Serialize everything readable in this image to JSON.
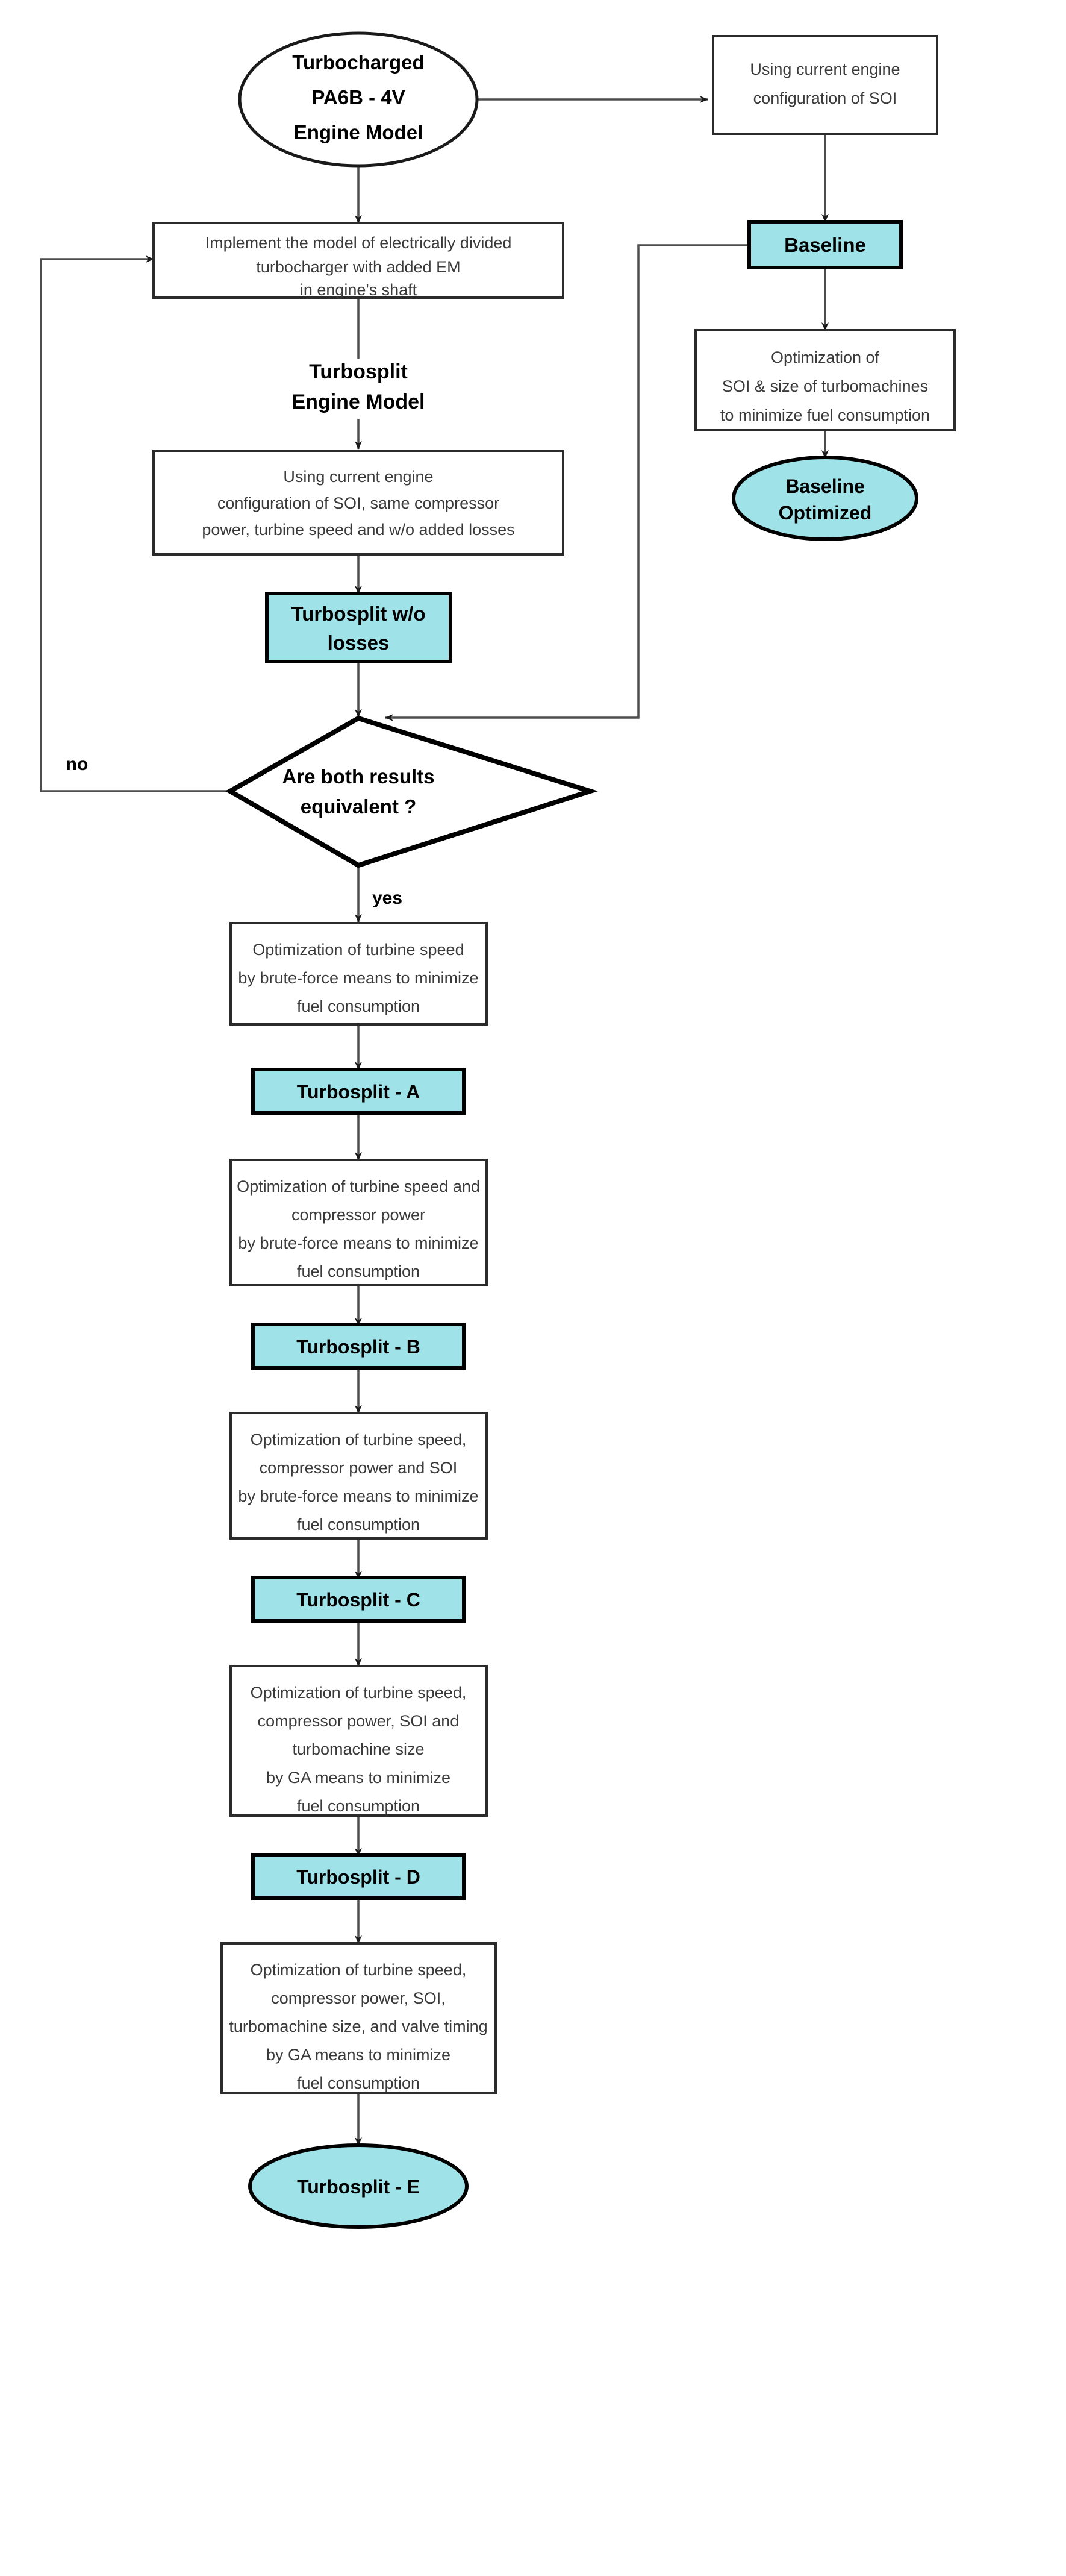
{
  "diagram": {
    "title": "Turbosplit engine optimization methodology flowchart",
    "colors": {
      "accent_fill": "#9FE2E8",
      "node_stroke": "#000000",
      "process_stroke": "#2b2b2b",
      "connector": "#4d4d4d",
      "process_text": "#3a3a3a",
      "background": "#ffffff"
    },
    "nodes": {
      "start": {
        "shape": "ellipse",
        "lines": [
          "Turbocharged",
          "PA6B - 4V",
          "Engine Model"
        ]
      },
      "baseline_config": {
        "shape": "process",
        "lines": [
          "Using current engine",
          "configuration of SOI"
        ]
      },
      "baseline": {
        "shape": "result",
        "lines": [
          "Baseline"
        ]
      },
      "baseline_optimization": {
        "shape": "process",
        "lines": [
          "Optimization of",
          "SOI & size of turbomachines",
          "to minimize fuel consumption"
        ]
      },
      "baseline_optimized": {
        "shape": "ellipse-result",
        "lines": [
          "Baseline",
          "Optimized"
        ]
      },
      "implement_model": {
        "shape": "process",
        "lines": [
          "Implement the model of electrically divided",
          "turbocharger with added EM",
          "in engine's shaft"
        ]
      },
      "turbosplit_model_label": {
        "shape": "label",
        "lines": [
          "Turbosplit",
          "Engine Model"
        ]
      },
      "turbosplit_config": {
        "shape": "process",
        "lines": [
          "Using current engine",
          "configuration of SOI, same compressor",
          "power, turbine speed and w/o added losses"
        ]
      },
      "turbosplit_wo_losses": {
        "shape": "result",
        "lines": [
          "Turbosplit w/o",
          "losses"
        ]
      },
      "decision": {
        "shape": "diamond",
        "lines": [
          "Are both results",
          "equivalent ?"
        ]
      },
      "opt_a": {
        "shape": "process",
        "lines": [
          "Optimization of turbine speed",
          "by brute-force means to minimize",
          "fuel consumption"
        ]
      },
      "result_a": {
        "shape": "result",
        "lines": [
          "Turbosplit - A"
        ]
      },
      "opt_b": {
        "shape": "process",
        "lines": [
          "Optimization of turbine speed and",
          "compressor power",
          "by brute-force means to minimize",
          "fuel consumption"
        ]
      },
      "result_b": {
        "shape": "result",
        "lines": [
          "Turbosplit - B"
        ]
      },
      "opt_c": {
        "shape": "process",
        "lines": [
          "Optimization of turbine speed,",
          "compressor power and SOI",
          "by brute-force means to minimize",
          "fuel consumption"
        ]
      },
      "result_c": {
        "shape": "result",
        "lines": [
          "Turbosplit - C"
        ]
      },
      "opt_d": {
        "shape": "process",
        "lines": [
          "Optimization of turbine speed,",
          "compressor power, SOI and",
          "turbomachine size",
          "by GA means to minimize",
          "fuel consumption"
        ]
      },
      "result_d": {
        "shape": "result",
        "lines": [
          "Turbosplit - D"
        ]
      },
      "opt_e": {
        "shape": "process",
        "lines": [
          "Optimization of turbine speed,",
          "compressor power, SOI,",
          "turbomachine size, and valve timing",
          "by GA means to minimize",
          "fuel consumption"
        ]
      },
      "result_e": {
        "shape": "ellipse-result",
        "lines": [
          "Turbosplit - E"
        ]
      }
    },
    "edge_labels": {
      "no": "no",
      "yes": "yes"
    }
  }
}
